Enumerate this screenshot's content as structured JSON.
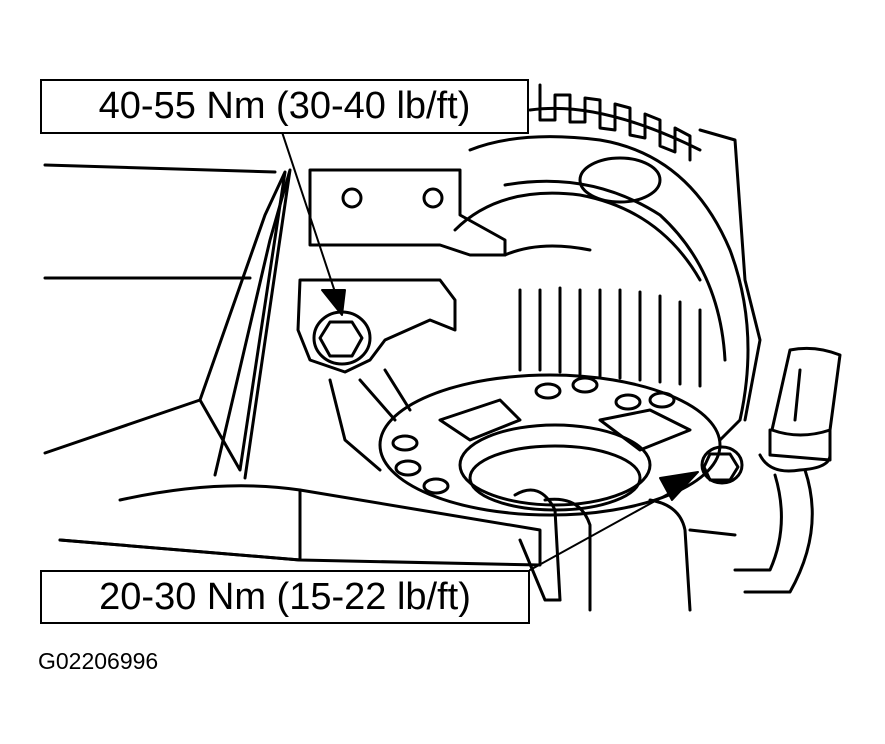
{
  "callouts": {
    "upper_torque": "40-55 Nm (30-40 lb/ft)",
    "lower_torque": "20-30 Nm (15-22 lb/ft)"
  },
  "figure_id": "G02206996",
  "colors": {
    "ink": "#000000",
    "paper": "#ffffff"
  }
}
